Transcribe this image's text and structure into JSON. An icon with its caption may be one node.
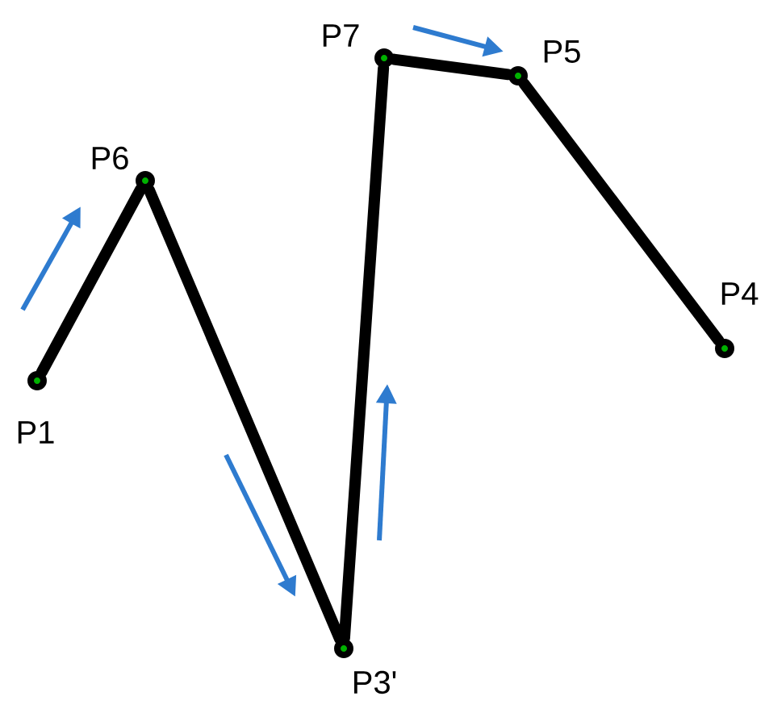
{
  "diagram": {
    "nodes": [
      {
        "text": [
          "P1"
        ]
      },
      {
        "text": [
          "P6"
        ]
      },
      {
        "text": [
          "P3'"
        ]
      },
      {
        "text": [
          "P7"
        ]
      },
      {
        "text": [
          "P5"
        ]
      },
      {
        "text": [
          "P4"
        ]
      }
    ],
    "edges": [
      {
        "from": 0,
        "to": 1,
        "arrow": "none"
      },
      {
        "from": 1,
        "to": 2,
        "arrow": "none"
      },
      {
        "from": 2,
        "to": 3,
        "arrow": "none"
      },
      {
        "from": 3,
        "to": 4,
        "arrow": "none"
      },
      {
        "from": 4,
        "to": 5,
        "arrow": "none"
      }
    ]
  }
}
